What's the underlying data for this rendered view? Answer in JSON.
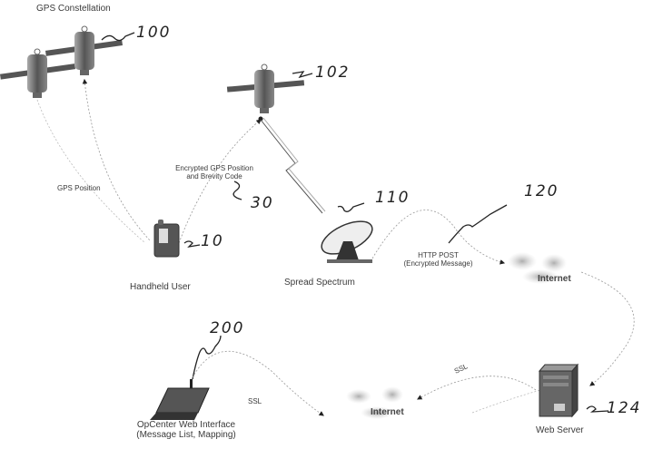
{
  "title": "GPS Constellation",
  "nodes": {
    "gps_constellation": {
      "label": "GPS Constellation",
      "ref": "100"
    },
    "satellite": {
      "ref": "102"
    },
    "handheld": {
      "label": "Handheld User",
      "ref": "10"
    },
    "spread_spectrum": {
      "label": "Spread Spectrum",
      "ref": "110"
    },
    "internet_1": {
      "label": "Internet",
      "ref": "120"
    },
    "web_server": {
      "label": "Web Server",
      "ref": "124"
    },
    "internet_2": {
      "label": "Internet"
    },
    "opcenter": {
      "label_line1": "OpCenter Web Interface",
      "label_line2": "(Message List, Mapping)",
      "ref": "200"
    }
  },
  "links": {
    "gps_position": "GPS Position",
    "encrypted_line1": "Encrypted GPS Position",
    "encrypted_line2": "and Brevity Code",
    "encrypted_ref": "30",
    "http_line1": "HTTP POST",
    "http_line2": "(Encrypted Message)",
    "ssl_1": "SSL",
    "ssl_2": "SSL"
  }
}
